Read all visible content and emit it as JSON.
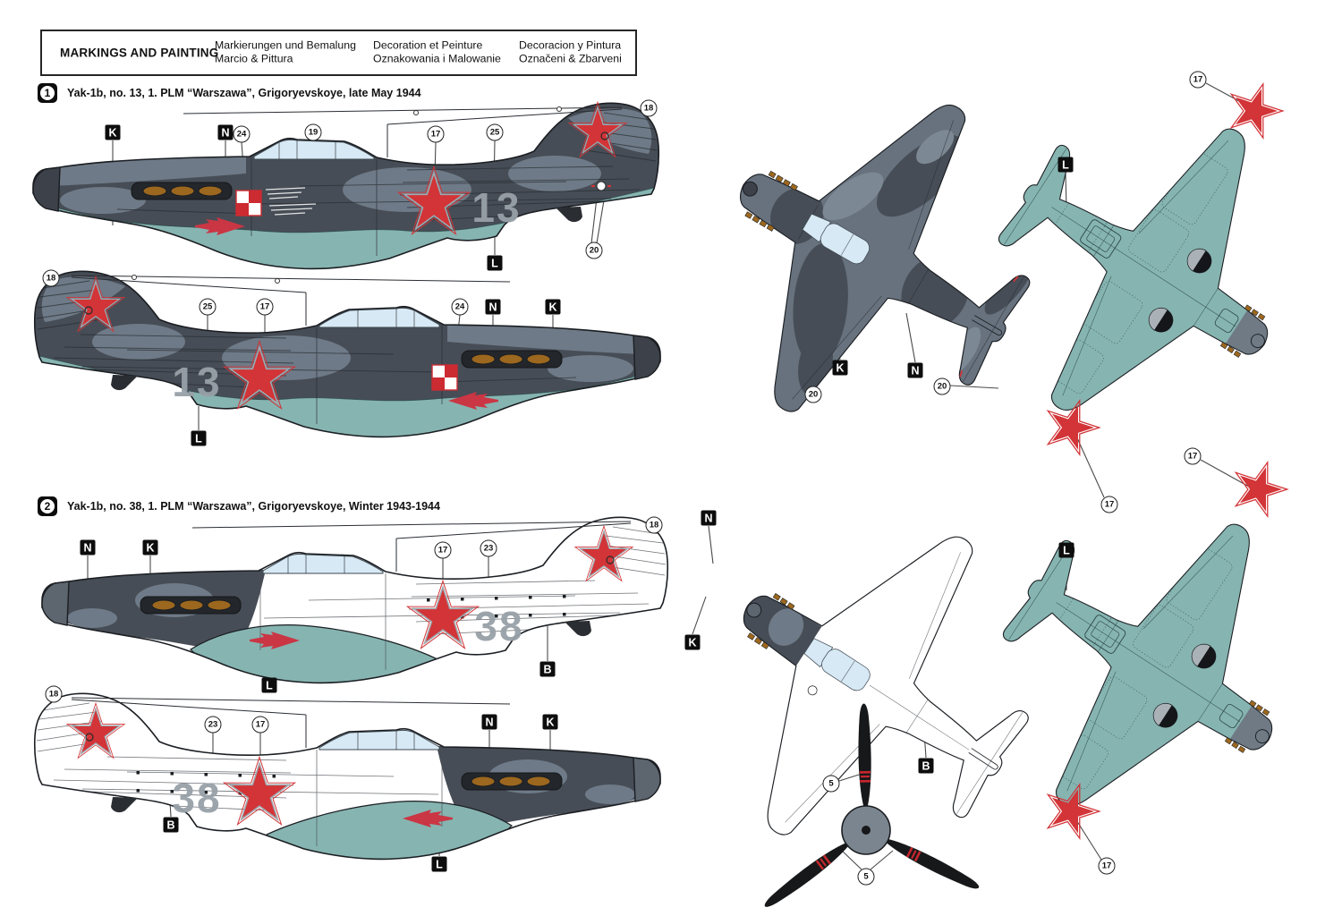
{
  "header": {
    "title": "MARKINGS AND PAINTING",
    "col2_line1": "Markierungen und Bemalung",
    "col2_line2": "Marcio & Pittura",
    "col3_line1": "Decoration et Peinture",
    "col3_line2": "Oznakowania i Malowanie",
    "col4_line1": "Decoracion y Pintura",
    "col4_line2": "Označeni & Zbarveni"
  },
  "schemes": [
    {
      "badge": "1",
      "caption": "Yak-1b, no. 13, 1. PLM “Warszawa”, Grigoryevskoye, late May 1944",
      "tactical_number": "13"
    },
    {
      "badge": "2",
      "caption": "Yak-1b, no. 38, 1. PLM “Warszawa”, Grigoryevskoye, Winter 1943-1944",
      "tactical_number": "38"
    }
  ],
  "callouts": [
    {
      "label": "K"
    },
    {
      "label": "N"
    },
    {
      "label": "24"
    },
    {
      "label": "19"
    },
    {
      "label": "17"
    },
    {
      "label": "25"
    },
    {
      "label": "18"
    },
    {
      "label": "20"
    },
    {
      "label": "L"
    },
    {
      "label": "18"
    },
    {
      "label": "25"
    },
    {
      "label": "17"
    },
    {
      "label": "24"
    },
    {
      "label": "N"
    },
    {
      "label": "K"
    },
    {
      "label": "L"
    },
    {
      "label": "K"
    },
    {
      "label": "N"
    },
    {
      "label": "20"
    },
    {
      "label": "20"
    },
    {
      "label": "17"
    },
    {
      "label": "L"
    },
    {
      "label": "17"
    },
    {
      "label": "N"
    },
    {
      "label": "K"
    },
    {
      "label": "17"
    },
    {
      "label": "23"
    },
    {
      "label": "18"
    },
    {
      "label": "L"
    },
    {
      "label": "B"
    },
    {
      "label": "18"
    },
    {
      "label": "23"
    },
    {
      "label": "17"
    },
    {
      "label": "N"
    },
    {
      "label": "K"
    },
    {
      "label": "B"
    },
    {
      "label": "L"
    },
    {
      "label": "N"
    },
    {
      "label": "K"
    },
    {
      "label": "B"
    },
    {
      "label": "5"
    },
    {
      "label": "5"
    },
    {
      "label": "17"
    },
    {
      "label": "L"
    },
    {
      "label": "17"
    }
  ],
  "colors": {
    "camo_dark": "#474d56",
    "camo_light": "#6e7a87",
    "topview_base": "#67727e",
    "underside_teal": "#86b4b1",
    "winter_white": "#ffffff",
    "star_red": "#d23437",
    "star_silver_border": "#9fa8ae",
    "arrow_crimson": "#ca3644",
    "checker_red": "#cc2b31",
    "tactical_number_gray": "#98a1a8",
    "canopy_blue": "#d7e9f4",
    "exhaust_amber": "#9c671e",
    "propeller_black": "#17181a",
    "spinner_hub_gray": "#7b858f"
  }
}
